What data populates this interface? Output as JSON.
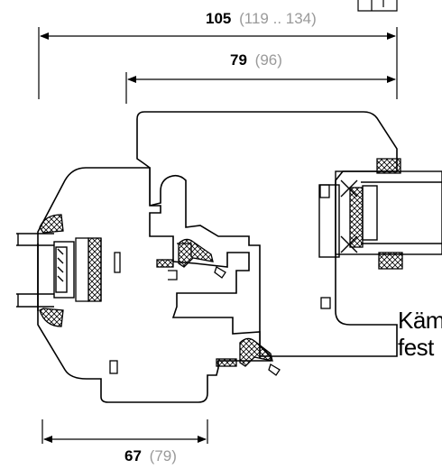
{
  "dimensions": {
    "top_overall": {
      "value": "105",
      "range": "(119 .. 134)"
    },
    "top_inner": {
      "value": "79",
      "range": "(96)"
    },
    "bottom": {
      "value": "67",
      "range": "(79)"
    }
  },
  "side_text": {
    "line1": "Käm",
    "line2": "fest"
  }
}
